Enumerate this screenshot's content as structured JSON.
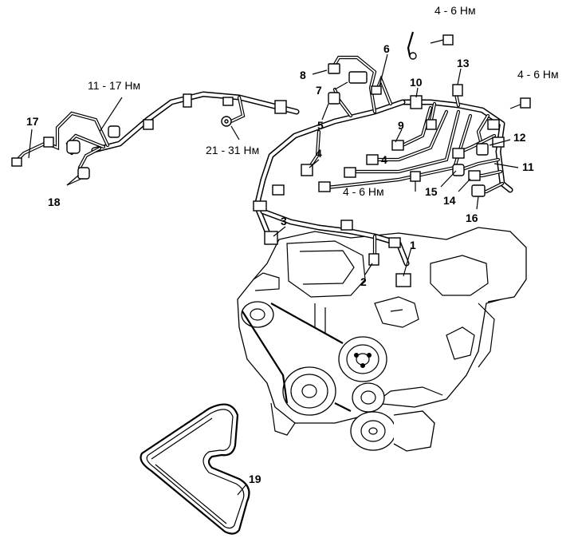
{
  "labels": {
    "l1": "1",
    "l2": "2",
    "l3": "3",
    "l4a": "4",
    "l4b": "4",
    "l5": "5",
    "l6": "6",
    "l7": "7",
    "l8": "8",
    "l9": "9",
    "l10": "10",
    "l11": "11",
    "l12": "12",
    "l13": "13",
    "l14": "14",
    "l15": "15",
    "l16": "16",
    "l17": "17",
    "l18": "18",
    "l19": "19"
  },
  "torques": {
    "t_top": "4 - 6 Нм",
    "t_right": "4 - 6 Нм",
    "t_center": "4 - 6 Нм",
    "t_left": "11 - 17 Нм",
    "t_mid": "21 - 31 Нм"
  }
}
